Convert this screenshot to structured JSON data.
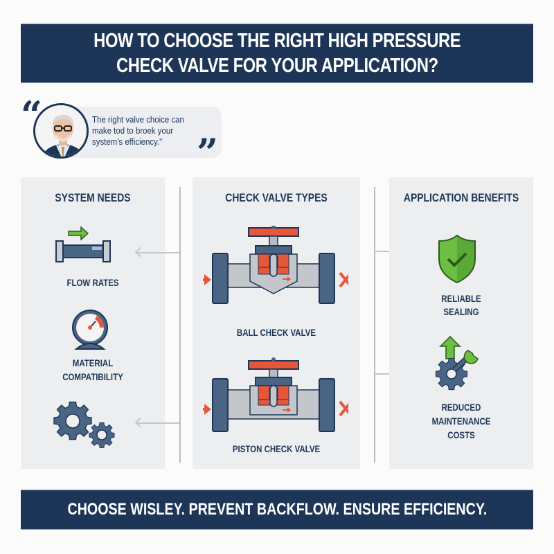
{
  "header": {
    "title_line1": "HOW TO CHOOSE THE RIGHT HIGH PRESSURE",
    "title_line2": "CHECK VALVE FOR YOUR APPLICATION?"
  },
  "quote": {
    "line1": "The right valve choice can",
    "line2": "make tod to broek your",
    "line3": "system's efficiency.\"",
    "open_mark": "“",
    "close_mark": "”"
  },
  "columns": {
    "system_needs": {
      "title": "SYSTEM NEEDS",
      "items": [
        {
          "label": "FLOW RATES",
          "icon": "pipe-flow-icon"
        },
        {
          "label_line1": "MATERIAL",
          "label_line2": "COMPATIBILITY",
          "icon": "pressure-gauge-icon"
        },
        {
          "label": "",
          "icon": "gears-icon"
        }
      ]
    },
    "check_valve_types": {
      "title": "CHECK VALVE TYPES",
      "items": [
        {
          "label": "BALL CHECK VALVE",
          "icon": "ball-check-valve-icon"
        },
        {
          "label": "PISTON CHECK VALVE",
          "icon": "piston-check-valve-icon"
        }
      ]
    },
    "application_benefits": {
      "title": "APPLICATION BENEFITS",
      "items": [
        {
          "label_line1": "RELIABLE",
          "label_line2": "SEALING",
          "icon": "shield-check-icon"
        },
        {
          "label_line1": "REDUCED",
          "label_line2": "MAINTENANCE",
          "label_line3": "COSTS",
          "icon": "gear-wrench-icon"
        }
      ]
    }
  },
  "footer": {
    "tagline": "CHOOSE WISLEY. PREVENT BACKFLOW. ENSURE EFFICIENCY."
  },
  "colors": {
    "navy": "#1d3557",
    "steel": "#4a6584",
    "orange": "#e8563a",
    "green": "#6cbf43",
    "panel": "#eceef0"
  }
}
